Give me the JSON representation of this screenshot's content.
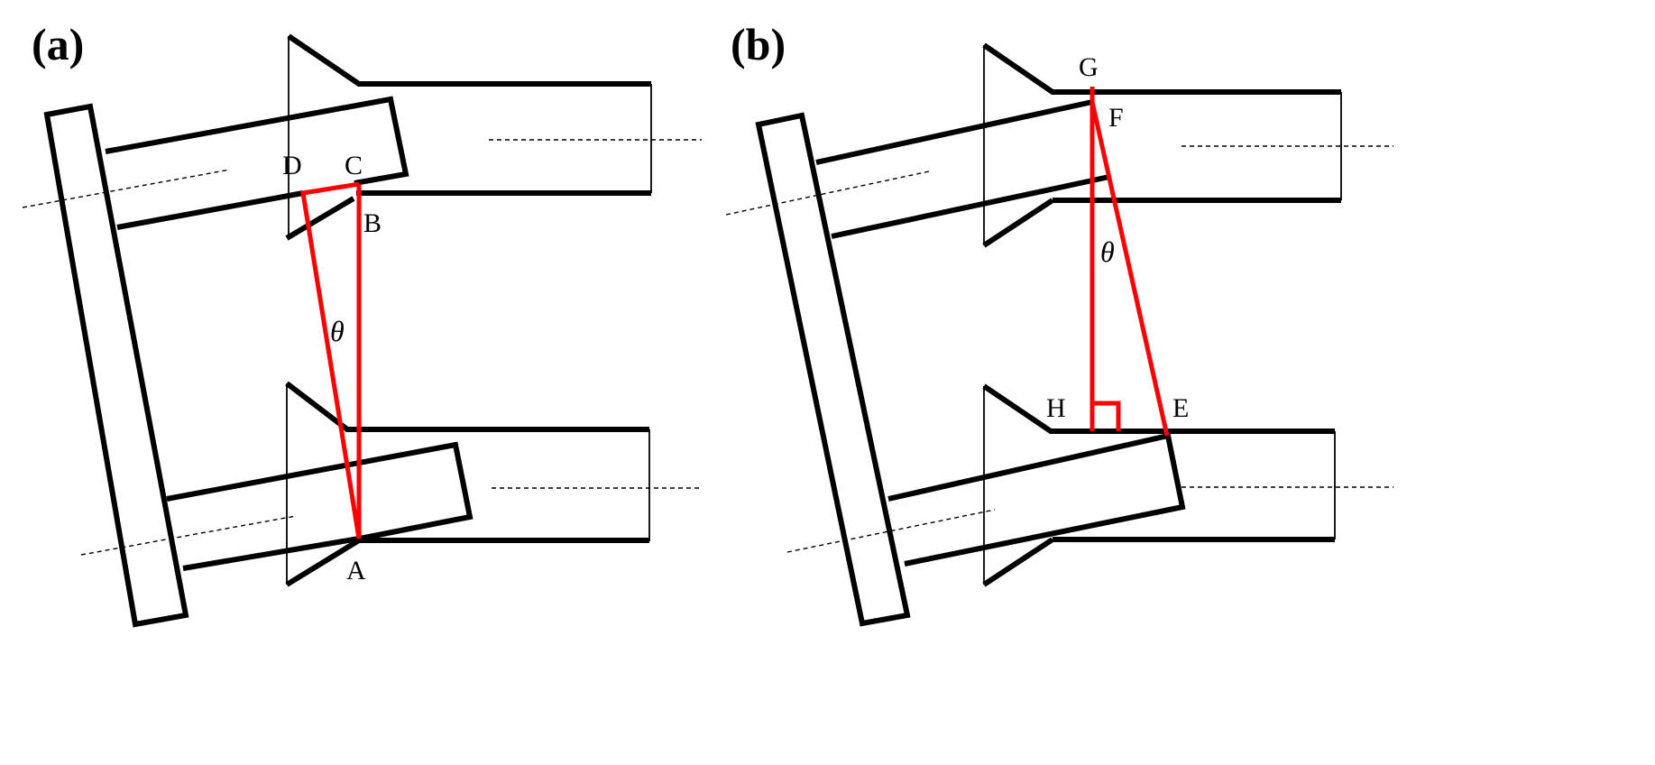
{
  "panels": [
    {
      "label": "(a)",
      "points": {
        "A": "A",
        "B": "B",
        "C": "C",
        "D": "D"
      },
      "angle": "θ"
    },
    {
      "label": "(b)",
      "points": {
        "E": "E",
        "F": "F",
        "G": "G",
        "H": "H"
      },
      "angle": "θ"
    }
  ],
  "colors": {
    "construction": "#ff0000",
    "outline": "#000000"
  }
}
